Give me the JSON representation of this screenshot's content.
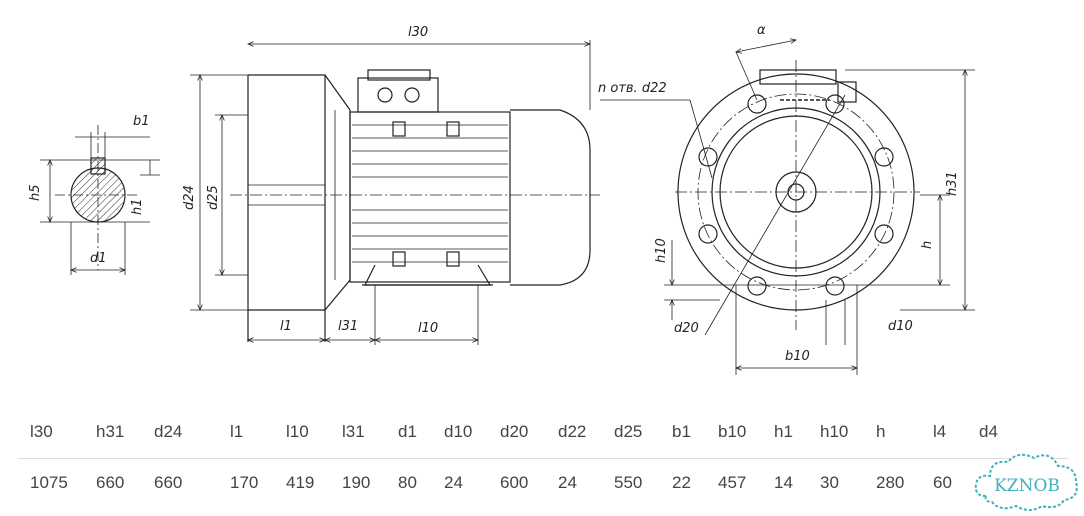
{
  "drawing": {
    "labels": {
      "l30": "l30",
      "d24": "d24",
      "d25": "d25",
      "l1": "l1",
      "l31": "l31",
      "l10": "l10",
      "b1": "b1",
      "h5": "h5",
      "h1": "h1",
      "d1": "d1",
      "alpha": "α",
      "n_holes": "n отв. d22",
      "h31": "h31",
      "h": "h",
      "h10": "h10",
      "d20": "d20",
      "d10": "d10",
      "b10": "b10"
    }
  },
  "table": {
    "headers": [
      "l30",
      "h31",
      "d24",
      "l1",
      "l10",
      "l31",
      "d1",
      "d10",
      "d20",
      "d22",
      "d25",
      "b1",
      "b10",
      "h1",
      "h10",
      "h",
      "l4",
      "d4"
    ],
    "values": [
      "1075",
      "660",
      "660",
      "170",
      "419",
      "190",
      "80",
      "24",
      "600",
      "24",
      "550",
      "22",
      "457",
      "14",
      "30",
      "280",
      "60",
      ""
    ]
  },
  "watermark": {
    "text": "KZNOB",
    "color": "#3fb0c0"
  }
}
